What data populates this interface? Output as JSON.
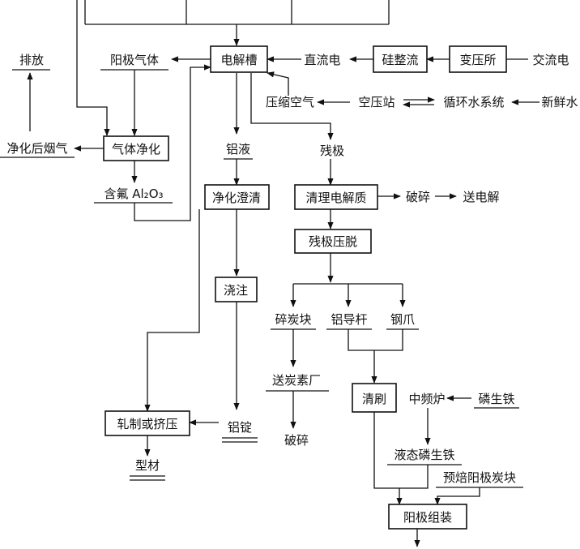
{
  "nodes": {
    "electrolytic_cell": "电解槽",
    "dc_power": "直流电",
    "rectifier": "硅整流",
    "substation": "变压所",
    "ac_power": "交流电",
    "anode_gas": "阳极气体",
    "discharge": "排放",
    "gas_purification": "气体净化",
    "purified_flue_gas": "净化后烟气",
    "fluorinated_alumina": "含氟 Al₂O₃",
    "compressed_air": "压缩空气",
    "air_compressor_station": "空压站",
    "circulating_water": "循环水系统",
    "fresh_water": "新鲜水",
    "aluminum_liquid": "铝液",
    "purification_clarification": "净化澄清",
    "casting": "浇注",
    "aluminum_ingot": "铝锭",
    "rolling_or_extrusion": "轧制或挤压",
    "profiles": "型材",
    "residual_anode": "残极",
    "electrolyte_cleaning": "清理电解质",
    "crushing": "破碎",
    "send_to_electrolysis": "送电解",
    "anode_stripping": "残极压脱",
    "broken_carbon_block": "碎炭块",
    "aluminum_guide_rod": "铝导杆",
    "steel_claw": "钢爪",
    "send_to_carbon_plant": "送炭素厂",
    "crushing_2": "破碎",
    "brushing": "清刷",
    "medium_frequency_furnace": "中频炉",
    "phosphorus_pig_iron": "磷生铁",
    "liquid_phosphorus_iron": "液态磷生铁",
    "prebaked_anode_block": "预焙阳极炭块",
    "anode_assembly": "阳极组装"
  }
}
